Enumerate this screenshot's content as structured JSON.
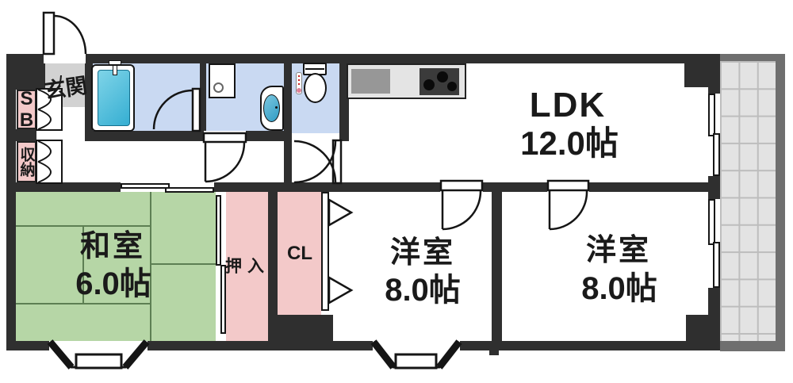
{
  "plan": {
    "type": "apartment-floor-plan",
    "rooms": {
      "entrance": {
        "label": "玄関"
      },
      "shoe_box": {
        "label": "SB"
      },
      "storage": {
        "label": "収納"
      },
      "japanese_room": {
        "name": "和室",
        "size": "6.0帖"
      },
      "closet_oshiire": {
        "label": "押入"
      },
      "closet_cl": {
        "label": "CL"
      },
      "ldk": {
        "name": "LDK",
        "size": "12.0帖"
      },
      "western_room_1": {
        "name": "洋室",
        "size": "8.0帖"
      },
      "western_room_2": {
        "name": "洋室",
        "size": "8.0帖"
      }
    },
    "colors": {
      "wall": "#2f2f2f",
      "tatami_green": "#b6d6a6",
      "closet_pink": "#f3c9c9",
      "wet_area_blue": "#c9d9f2",
      "entrance_gray": "#d2d2d2",
      "bathtub_cyan": "#45bedd",
      "balcony_tile": "#e3e3e3",
      "balcony_border": "#6f6f6f"
    }
  }
}
